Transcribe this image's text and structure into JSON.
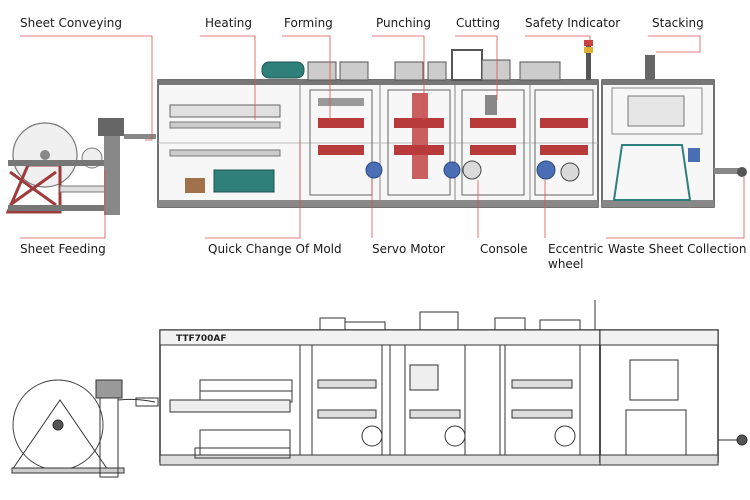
{
  "labels_top": {
    "sheet_conveying": "Sheet Conveying",
    "heating": "Heating",
    "forming": "Forming",
    "punching": "Punching",
    "cutting": "Cutting",
    "safety_indicator": "Safety Indicator",
    "stacking": "Stacking"
  },
  "labels_bottom": {
    "sheet_feeding": "Sheet Feeding",
    "quick_change_of_mold": "Quick Change Of Mold",
    "servo_motor": "Servo Motor",
    "console": "Console",
    "eccentric_wheel": "Eccentric wheel",
    "waste_sheet_collection_part": "Waste Sheet Collection Part"
  },
  "machine_model": "TTF700AF",
  "colors": {
    "leader_line": "#d9534f",
    "frame": "#444444",
    "mold_red": "#b83a3a",
    "motor_blue": "#4a6fb5",
    "tank_teal": "#2f7f7a",
    "feeder_red": "#9e3b3b",
    "panel_grey": "#d9d9d9"
  }
}
